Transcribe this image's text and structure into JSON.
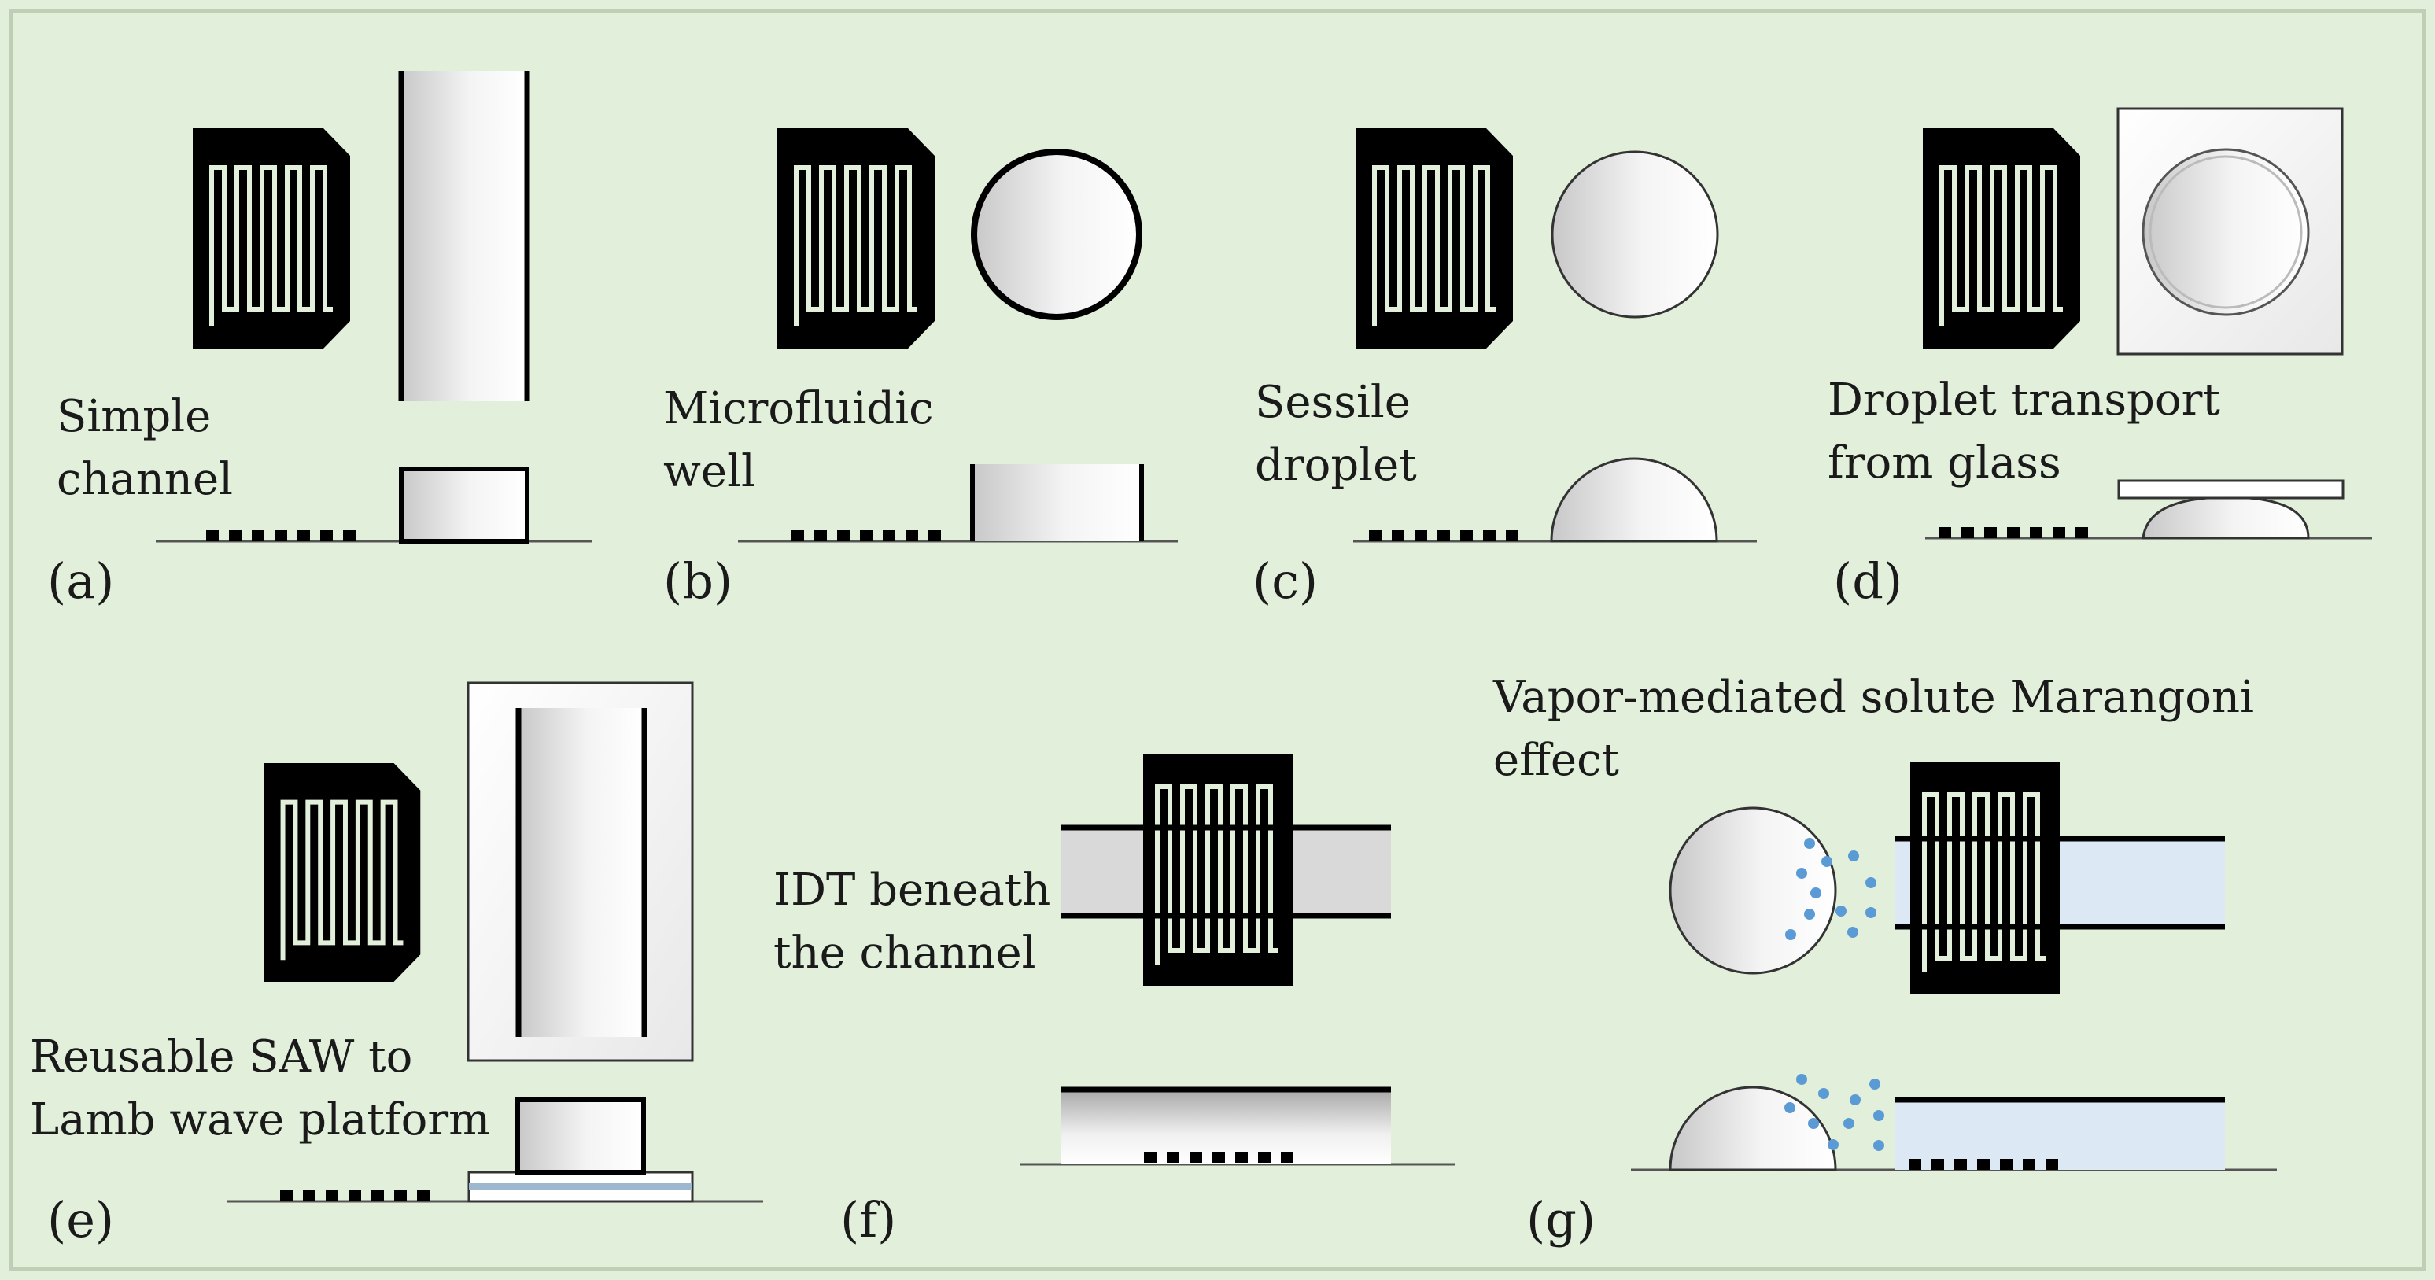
{
  "colors": {
    "background": "#e2efdb",
    "border": "#bfcfb6",
    "electrode": "#000000",
    "liquid_blue": "#dce9f5",
    "vapor_dot": "#5b9bd5",
    "channel_grey": "#d9d9d9"
  },
  "panels": {
    "a": {
      "tag": "(a)",
      "caption": [
        "Simple",
        "channel"
      ]
    },
    "b": {
      "tag": "(b)",
      "caption": [
        "Microfluidic",
        "well"
      ]
    },
    "c": {
      "tag": "(c)",
      "caption": [
        "Sessile",
        "droplet"
      ]
    },
    "d": {
      "tag": "(d)",
      "caption": [
        "Droplet transport",
        "from glass"
      ]
    },
    "e": {
      "tag": "(e)",
      "caption": [
        "Reusable SAW to",
        "Lamb wave platform"
      ]
    },
    "f": {
      "tag": "(f)",
      "caption": [
        "IDT beneath",
        "the channel"
      ]
    },
    "g": {
      "tag": "(g)",
      "caption": [
        "Vapor-mediated solute Marangoni",
        "effect"
      ]
    }
  }
}
